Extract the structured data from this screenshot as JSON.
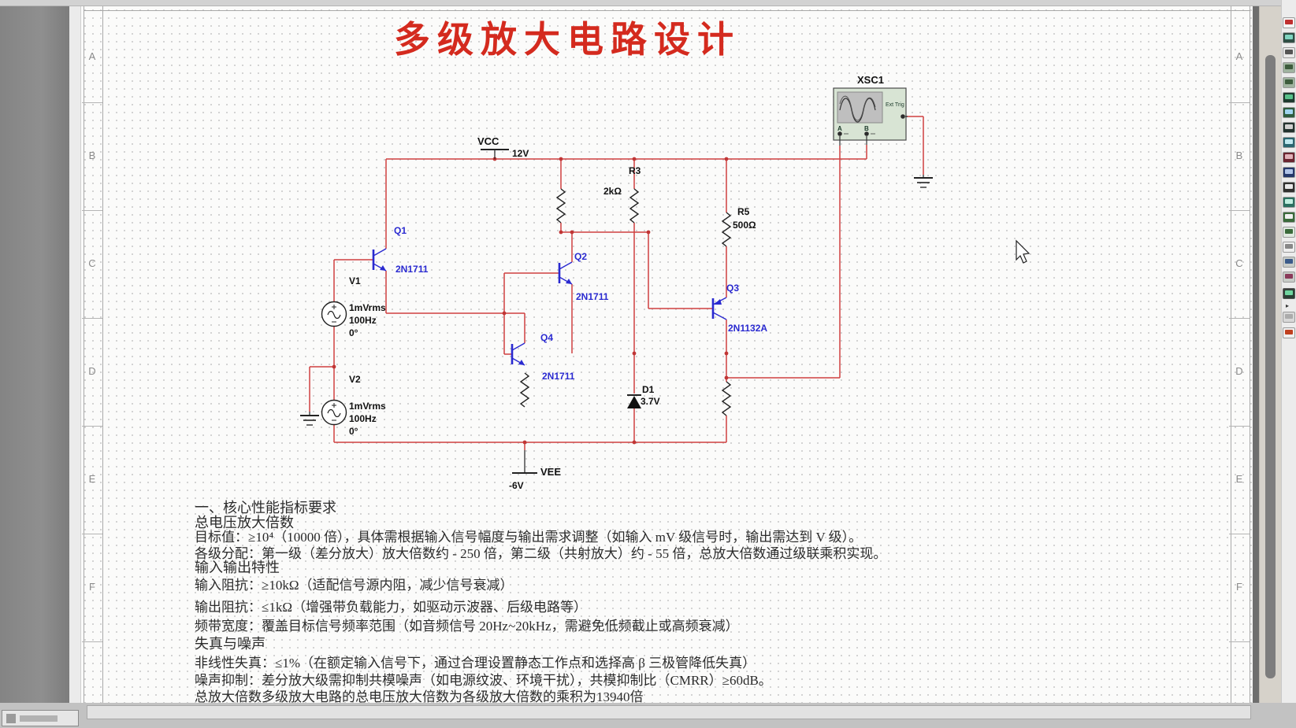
{
  "title": "多级放大电路设计",
  "colors": {
    "title_red": "#d42a1e",
    "wire_red": "#d04040",
    "component_blue": "#2a2ad0",
    "scope_body": "#d8e4d4"
  },
  "frame": {
    "rows": [
      "A",
      "B",
      "C",
      "D",
      "E",
      "F"
    ]
  },
  "components": {
    "vcc": {
      "label": "VCC",
      "value": "12V"
    },
    "vee": {
      "label": "VEE",
      "value": "-6V"
    },
    "q1": {
      "ref": "Q1",
      "model": "2N1711"
    },
    "q2": {
      "ref": "Q2",
      "model": "2N1711"
    },
    "q4": {
      "ref": "Q4",
      "model": "2N1711"
    },
    "q3": {
      "ref": "Q3",
      "model": "2N1132A"
    },
    "r3": {
      "ref": "R3",
      "value": "2kΩ"
    },
    "r5": {
      "ref": "R5",
      "value": "500Ω"
    },
    "d1": {
      "ref": "D1",
      "value": "3.7V"
    },
    "v1": {
      "ref": "V1",
      "amplitude": "1mVrms",
      "frequency": "100Hz",
      "phase": "0°"
    },
    "v2": {
      "ref": "V2",
      "amplitude": "1mVrms",
      "frequency": "100Hz",
      "phase": "0°"
    },
    "xsc1": {
      "ref": "XSC1",
      "ext_trig": "Ext Trig",
      "a": "A",
      "b": "B"
    }
  },
  "notes": {
    "lines": [
      "一、核心性能指标要求",
      "总电压放大倍数",
      "目标值：≥10⁴（10000 倍），具体需根据输入信号幅度与输出需求调整（如输入 mV 级信号时，输出需达到 V 级）。",
      "各级分配：第一级（差分放大）放大倍数约 - 250 倍，第二级（共射放大）约 - 55 倍，总放大倍数通过级联乘积实现。",
      "输入输出特性",
      "输入阻抗：≥10kΩ（适配信号源内阻，减少信号衰减）",
      "输出阻抗：≤1kΩ（增强带负载能力，如驱动示波器、后级电路等）",
      "频带宽度：覆盖目标信号频率范围（如音频信号 20Hz~20kHz，需避免低频截止或高频衰减）",
      "失真与噪声",
      "非线性失真：≤1%（在额定输入信号下，通过合理设置静态工作点和选择高 β 三极管降低失真）",
      "噪声抑制：差分放大级需抑制共模噪声（如电源纹波、环境干扰），共模抑制比（CMRR）≥60dB。",
      "总放大倍数多级放大电路的总电压放大倍数为各级放大倍数的乘积为13940倍"
    ]
  },
  "toolbar": {
    "icons": [
      {
        "name": "multimeter-icon",
        "c1": "#f4f4f4",
        "c2": "#c03030"
      },
      {
        "name": "function-generator-icon",
        "c1": "#2e4e44",
        "c2": "#7fd4c0"
      },
      {
        "name": "wattmeter-icon",
        "c1": "#e8e8e8",
        "c2": "#555555"
      },
      {
        "name": "oscilloscope-icon",
        "c1": "#9fb39f",
        "c2": "#3d5c3d"
      },
      {
        "name": "four-channel-oscilloscope-icon",
        "c1": "#9fb39f",
        "c2": "#3d5c3d"
      },
      {
        "name": "bode-plotter-icon",
        "c1": "#1e3a2e",
        "c2": "#58c08a"
      },
      {
        "name": "frequency-counter-icon",
        "c1": "#2e5c3e",
        "c2": "#9fd4ef"
      },
      {
        "name": "word-generator-icon",
        "c1": "#23322e",
        "c2": "#d0d0d0"
      },
      {
        "name": "logic-converter-icon",
        "c1": "#2a6670",
        "c2": "#bfe8ef"
      },
      {
        "name": "logic-analyzer-icon",
        "c1": "#6a2430",
        "c2": "#e0b0b8"
      },
      {
        "name": "iv-analyzer-icon",
        "c1": "#24386a",
        "c2": "#b0c4e8"
      },
      {
        "name": "distortion-analyzer-icon",
        "c1": "#30302e",
        "c2": "#e8e8e8"
      },
      {
        "name": "spectrum-analyzer-icon",
        "c1": "#2a7060",
        "c2": "#c0efe0"
      },
      {
        "name": "network-analyzer-icon",
        "c1": "#3a6a3a",
        "c2": "#efefef"
      },
      {
        "name": "agilent-function-generator-icon",
        "c1": "#dfe8df",
        "c2": "#3a6a3a"
      },
      {
        "name": "agilent-multimeter-icon",
        "c1": "#efefef",
        "c2": "#888888"
      },
      {
        "name": "agilent-oscilloscope-icon",
        "c1": "#c8ccc8",
        "c2": "#3a5a8a"
      },
      {
        "name": "tektronix-oscilloscope-icon",
        "c1": "#c8ccc8",
        "c2": "#8a3a5a"
      }
    ],
    "pressed_icon": {
      "name": "labview-instrument-icon",
      "c1": "#2a3e34",
      "c2": "#6fd49f"
    },
    "dropdown_arrow": "▸",
    "disabled_icon": {
      "name": "ni-elvis-icon",
      "c1": "#d8d8d8",
      "c2": "#ababab"
    },
    "clamp_icon": {
      "name": "current-clamp-icon",
      "c1": "#f0f0f0",
      "c2": "#c04020"
    }
  }
}
